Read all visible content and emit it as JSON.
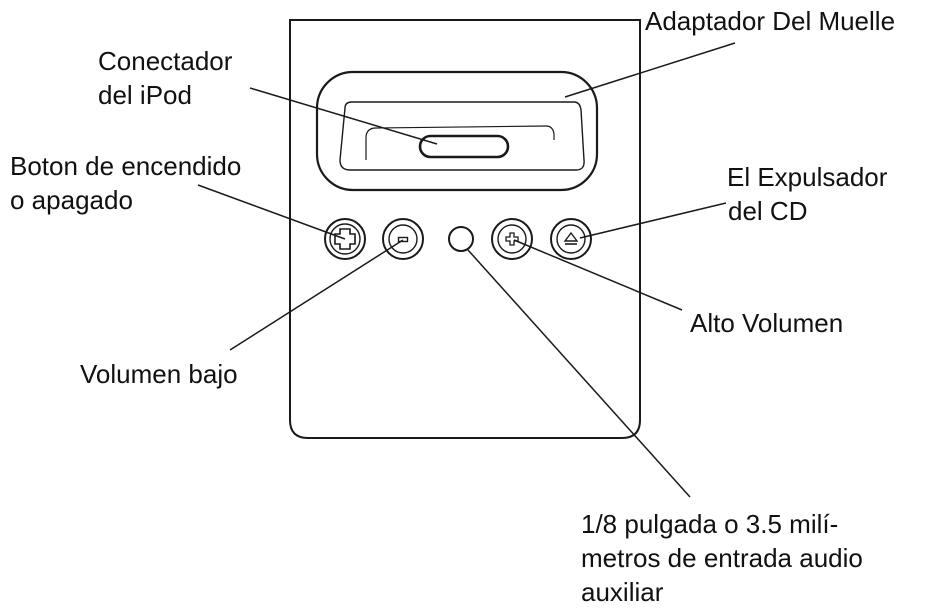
{
  "labels": {
    "dock_adapter": "Adaptador Del Muelle",
    "ipod_connector": [
      "Conectador",
      "del iPod"
    ],
    "power_button": [
      "Boton de encendido",
      "o apagado"
    ],
    "cd_eject": [
      "El Expulsador",
      "del CD"
    ],
    "volume_up": "Alto Volumen",
    "volume_down": "Volumen bajo",
    "aux_input": [
      "1/8 pulgada o 3.5 milí-",
      "metros de entrada audio",
      "auxiliar"
    ]
  },
  "colors": {
    "line": "#1a1a1a",
    "device_fill": "#ffffff",
    "text": "#111111"
  }
}
